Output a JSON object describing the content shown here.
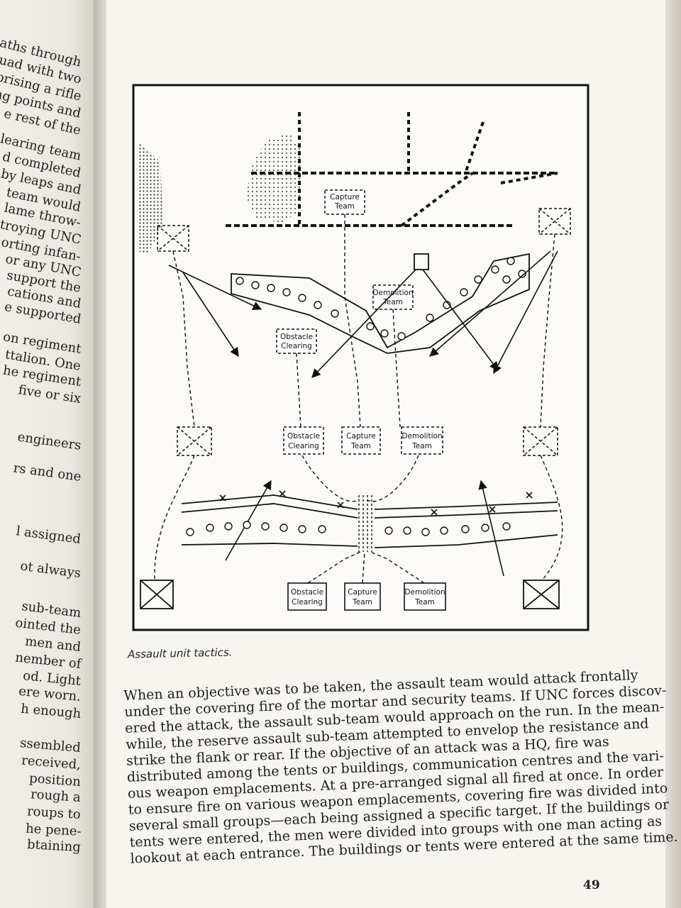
{
  "left_page": {
    "lines": [
      "paths through",
      "quad with two",
      "prising a rifle",
      "ng points and",
      "e rest of the",
      "learing team",
      "d completed",
      "by leaps and",
      "team would",
      "lame throw-",
      "troying UNC",
      "orting infan-",
      "or any UNC",
      "support the",
      "cations and",
      "e supported",
      "on regiment",
      "ttalion. One",
      "he regiment",
      "five or six",
      "engineers",
      "rs and one",
      "l assigned",
      "ot always",
      "sub-team",
      "ointed the",
      "men and",
      "nember of",
      "od. Light",
      "ere worn.",
      "h enough",
      "ssembled",
      "received,",
      "position",
      "rough a",
      "roups to",
      "he pene-",
      "btaining"
    ]
  },
  "figure": {
    "labels": {
      "capture_top": [
        "Capture",
        "Team"
      ],
      "demolition_mid": [
        "Demolition",
        "Team"
      ],
      "obstacle_mid": [
        "Obstacle",
        "Clearing"
      ],
      "row_obstacle": [
        "Obstacle",
        "Clearing"
      ],
      "row_capture": [
        "Capture",
        "Team"
      ],
      "row_demolition": [
        "Demolition",
        "Team"
      ],
      "bottom_obstacle": [
        "Obstacle",
        "Clearing"
      ],
      "bottom_capture": [
        "Capture",
        "Team"
      ],
      "bottom_demolition": [
        "Demolition",
        "Team"
      ]
    },
    "caption": "Assault unit tactics."
  },
  "body": {
    "lines": [
      "When an objective was to be taken, the assault team would attack frontally",
      "under the covering fire of the mortar and security teams. If UNC forces discov-",
      "ered the attack, the assault sub-team would approach on the run. In the mean-",
      "while, the reserve assault sub-team attempted to envelop the resistance and",
      "strike the flank or rear. If the objective of an attack was a HQ, fire was",
      "distributed among the tents or buildings, communication centres and the vari-",
      "ous weapon emplacements. At a pre-arranged signal all fired at once. In order",
      "to ensure fire on various weapon emplacements, covering fire was divided into",
      "several small groups—each being assigned a specific target. If the buildings or",
      "tents were entered, the men were divided into groups with one man acting as",
      "lookout at each entrance. The buildings or tents were entered at the same time."
    ]
  },
  "page_number": "49"
}
